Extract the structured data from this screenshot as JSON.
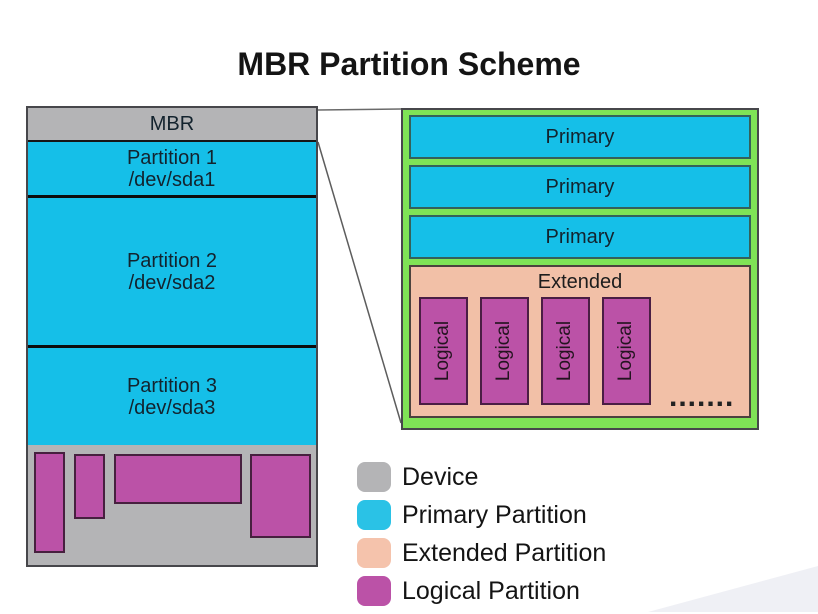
{
  "title": "MBR Partition Scheme",
  "colors": {
    "device_gray": "#b4b4b6",
    "primary_cyan": "#15bfe8",
    "extended_salmon": "#f2c0a7",
    "logical_magenta": "#bb52a7",
    "zoom_green": "#7fe356",
    "line_gray": "#5d5d5d"
  },
  "disk": {
    "header_label": "MBR",
    "partitions": [
      {
        "name": "Partition 1",
        "device": "/dev/sda1"
      },
      {
        "name": "Partition 2",
        "device": "/dev/sda2"
      },
      {
        "name": "Partition 3",
        "device": "/dev/sda3"
      }
    ]
  },
  "zoom_view": {
    "primary_labels": [
      "Primary",
      "Primary",
      "Primary"
    ],
    "extended_label": "Extended",
    "logical_labels": [
      "Logical",
      "Logical",
      "Logical",
      "Logical"
    ],
    "ellipsis": "......."
  },
  "legend": {
    "items": [
      {
        "label": "Device",
        "color": "#b4b4b6"
      },
      {
        "label": "Primary Partition",
        "color": "#2ac2e6"
      },
      {
        "label": "Extended Partition",
        "color": "#f5c3ac"
      },
      {
        "label": "Logical Partition",
        "color": "#bb52a7"
      }
    ]
  }
}
